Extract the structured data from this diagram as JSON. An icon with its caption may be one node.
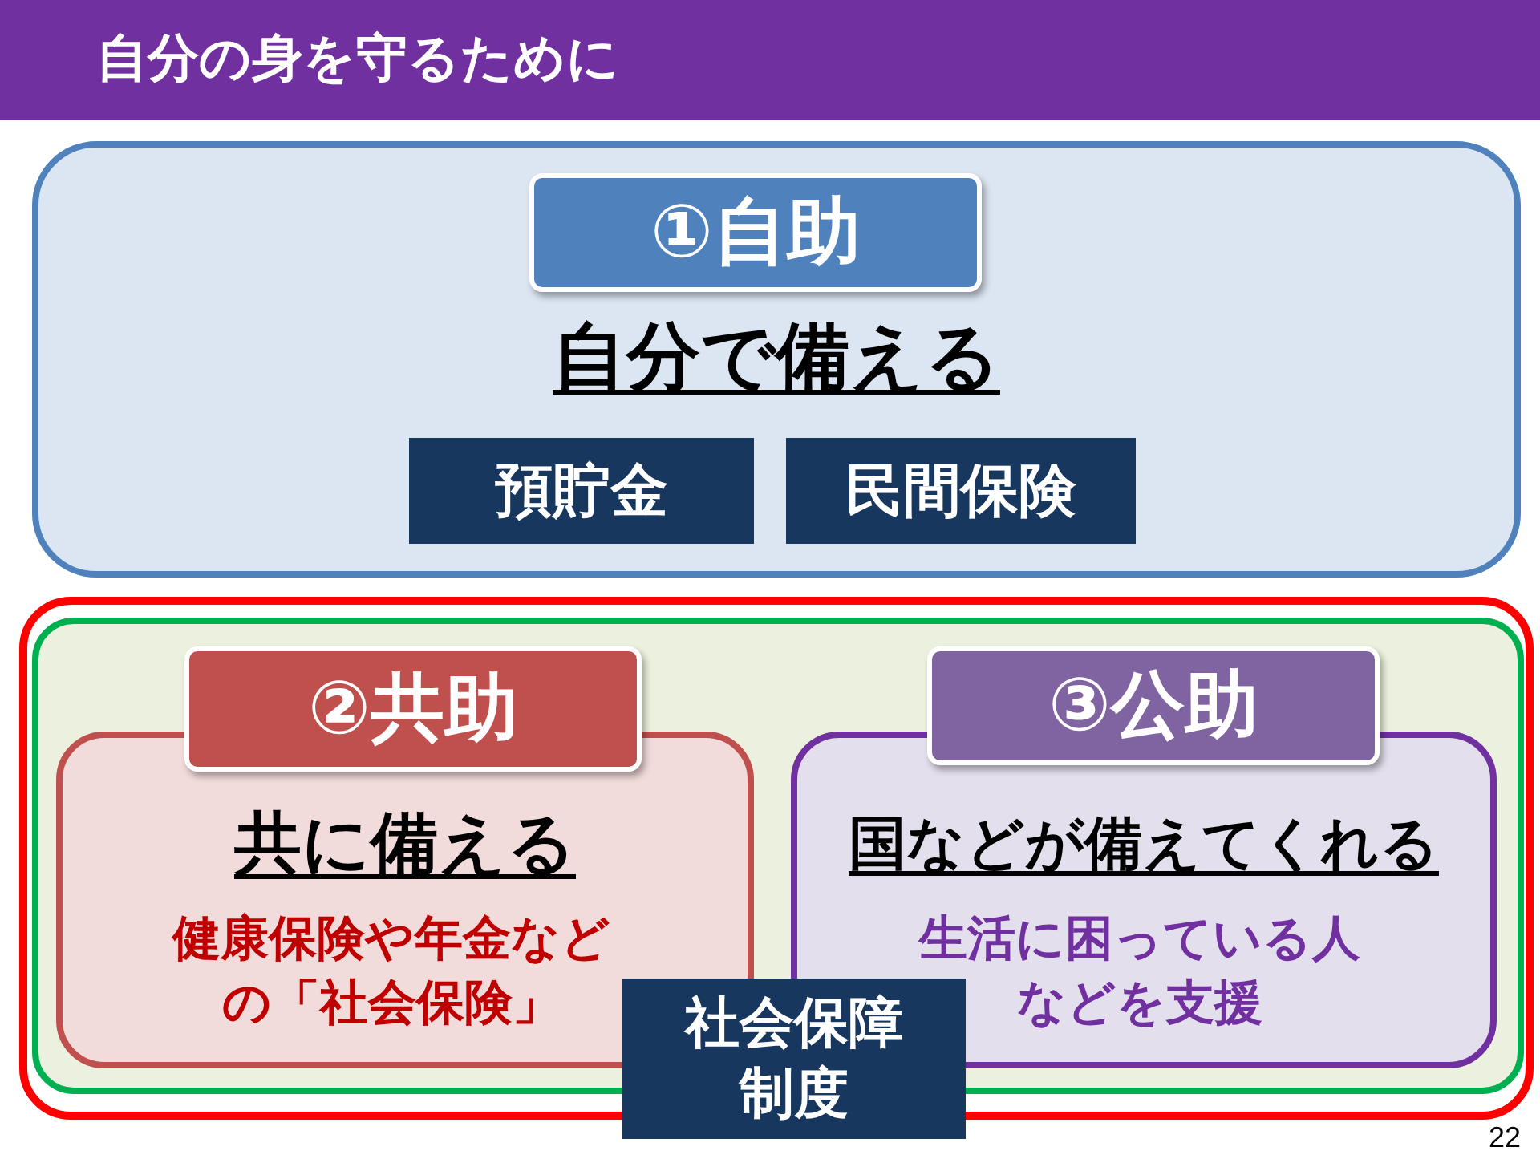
{
  "diagram": {
    "title": "自分の身を守るために",
    "nodes": [
      {
        "text": [
          "自分で備える"
        ]
      },
      {
        "text": [
          "①自助"
        ],
        "in": 0
      },
      {
        "text": [
          "預貯金"
        ],
        "in": 0
      },
      {
        "text": [
          "民間保険"
        ],
        "in": 0
      },
      {
        "text": [],
        "shape": "box"
      },
      {
        "text": [],
        "shape": "box",
        "in": 4
      },
      {
        "text": [
          "共に備える",
          "健康保険や年金などの「社会保険」"
        ],
        "in": 5
      },
      {
        "text": [
          "②共助"
        ],
        "in": 5
      },
      {
        "text": [
          "国などが備えてくれる",
          "生活に困っている人などを支援"
        ],
        "in": 5
      },
      {
        "text": [
          "③公助"
        ],
        "in": 5
      },
      {
        "text": [
          "社会保障制度"
        ]
      }
    ],
    "labels": [
      "22"
    ]
  }
}
